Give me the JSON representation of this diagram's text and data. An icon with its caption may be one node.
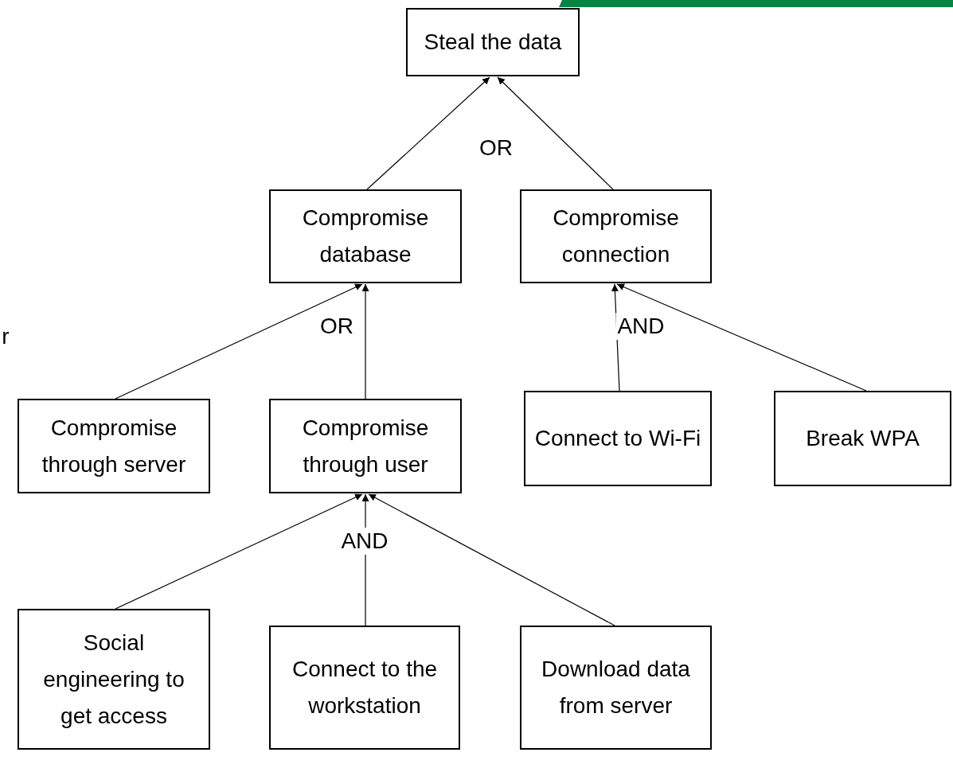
{
  "diagram": {
    "nodes": [
      {
        "text": [
          "Steal the data"
        ]
      },
      {
        "text": [
          "Compromise database"
        ]
      },
      {
        "text": [
          "Compromise connection"
        ]
      },
      {
        "text": [
          "Compromise through server"
        ]
      },
      {
        "text": [
          "Compromise through user"
        ]
      },
      {
        "text": [
          "Connect to Wi-Fi"
        ]
      },
      {
        "text": [
          "Break WPA"
        ]
      },
      {
        "text": [
          "Social engineering to get access"
        ]
      },
      {
        "text": [
          "Connect to the workstation"
        ]
      },
      {
        "text": [
          "Download data from server"
        ]
      }
    ],
    "edges": [
      {
        "from": 1,
        "to": 0,
        "arrow": "to"
      },
      {
        "from": 2,
        "to": 0,
        "arrow": "to"
      },
      {
        "from": 3,
        "to": 1,
        "arrow": "to"
      },
      {
        "from": 4,
        "to": 1,
        "arrow": "to"
      },
      {
        "from": 5,
        "to": 2,
        "arrow": "to"
      },
      {
        "from": 6,
        "to": 2,
        "arrow": "to"
      },
      {
        "from": 7,
        "to": 4,
        "arrow": "to"
      },
      {
        "from": 8,
        "to": 4,
        "arrow": "to"
      },
      {
        "from": 9,
        "to": 4,
        "arrow": "to"
      }
    ],
    "labels": [
      "OR",
      "r",
      "OR",
      "AND",
      "AND"
    ]
  }
}
